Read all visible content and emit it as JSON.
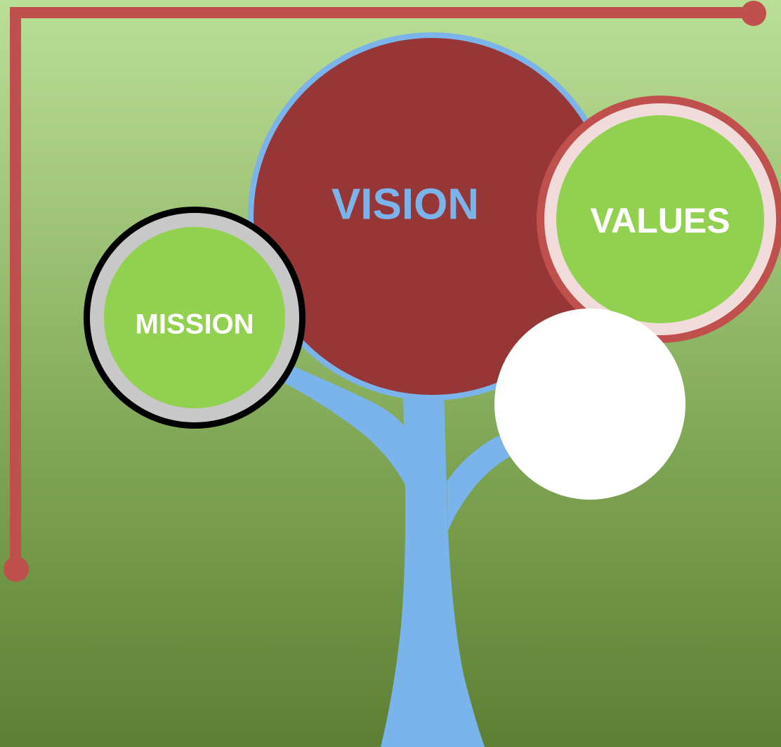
{
  "diagram": {
    "nodes": [
      {
        "id": "vision",
        "label": "VISION"
      },
      {
        "id": "values",
        "label": "VALUES"
      },
      {
        "id": "mission",
        "label": "MISSION"
      },
      {
        "id": "blank",
        "label": ""
      }
    ]
  },
  "colors": {
    "trunk": "#7ab4ea",
    "vision_fill": "#963636",
    "vision_text": "#7ab4ea",
    "leaf_green": "#92d050",
    "values_ring": "#c0504d",
    "values_inner_ring": "#f2dcdb",
    "mission_ring_outer": "#000000",
    "mission_ring_inner": "#c8c8c8",
    "connector": "#c0504d",
    "blank_fill": "#ffffff"
  }
}
